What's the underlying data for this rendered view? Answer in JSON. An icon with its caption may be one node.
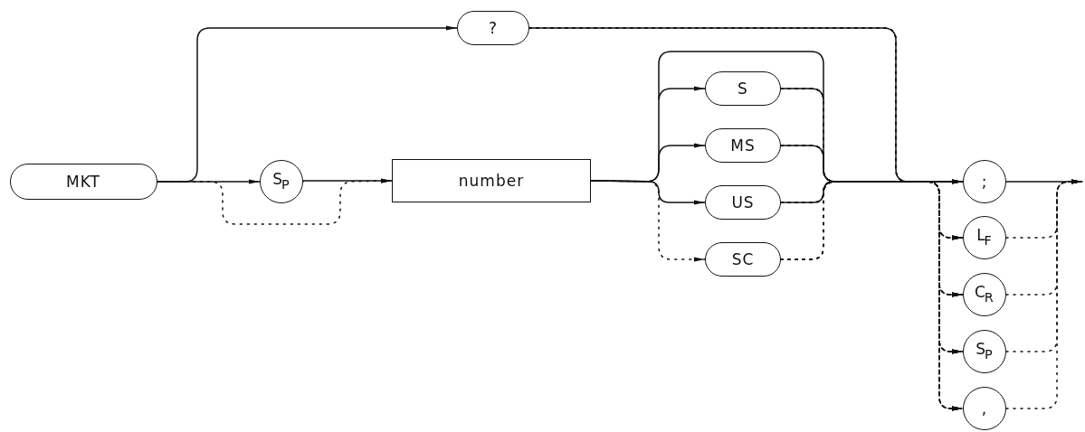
{
  "diagram": {
    "nodes": [
      {
        "text": [
          "MKT"
        ]
      },
      {
        "text": [
          "?"
        ]
      },
      {
        "text": [
          "S$_{P}$"
        ]
      },
      {
        "text": [
          "number"
        ]
      },
      {
        "text": [
          "S"
        ]
      },
      {
        "text": [
          "MS"
        ]
      },
      {
        "text": [
          "US"
        ]
      },
      {
        "text": [
          "SC"
        ]
      },
      {
        "text": [
          ";"
        ]
      },
      {
        "text": [
          "L$_{F}$"
        ]
      },
      {
        "text": [
          "C$_{R}$"
        ]
      },
      {
        "text": [
          "S$_{P}$"
        ]
      },
      {
        "text": [
          ","
        ]
      }
    ],
    "edges": [
      {
        "from": 0,
        "to": 1,
        "arrow": "to"
      },
      {
        "from": 0,
        "to": 2,
        "arrow": "to"
      },
      {
        "from": 0,
        "to": 3,
        "arrow": "to",
        "style": "dashed"
      },
      {
        "from": 2,
        "to": 3,
        "arrow": "to"
      },
      {
        "from": 3,
        "to": 4,
        "arrow": "to"
      },
      {
        "from": 3,
        "to": 5,
        "arrow": "to"
      },
      {
        "from": 3,
        "to": 6,
        "arrow": "to"
      },
      {
        "from": 3,
        "to": 7,
        "arrow": "to",
        "style": "dashed"
      },
      {
        "from": 4,
        "to": 8,
        "arrow": "to"
      },
      {
        "from": 4,
        "to": 9,
        "arrow": "to",
        "style": "dashed"
      },
      {
        "from": 4,
        "to": 10,
        "arrow": "to",
        "style": "dashed"
      },
      {
        "from": 4,
        "to": 11,
        "arrow": "to",
        "style": "dashed"
      },
      {
        "from": 4,
        "to": 12,
        "arrow": "to",
        "style": "dashed"
      },
      {
        "from": 5,
        "to": 8,
        "arrow": "to"
      },
      {
        "from": 5,
        "to": 9,
        "arrow": "to",
        "style": "dashed"
      },
      {
        "from": 5,
        "to": 10,
        "arrow": "to",
        "style": "dashed"
      },
      {
        "from": 5,
        "to": 11,
        "arrow": "to",
        "style": "dashed"
      },
      {
        "from": 5,
        "to": 12,
        "arrow": "to",
        "style": "dashed"
      },
      {
        "from": 6,
        "to": 8,
        "arrow": "to"
      },
      {
        "from": 6,
        "to": 9,
        "arrow": "to",
        "style": "dashed"
      },
      {
        "from": 6,
        "to": 10,
        "arrow": "to",
        "style": "dashed"
      },
      {
        "from": 6,
        "to": 11,
        "arrow": "to",
        "style": "dashed"
      },
      {
        "from": 6,
        "to": 12,
        "arrow": "to",
        "style": "dashed"
      },
      {
        "from": 7,
        "to": 8,
        "arrow": "to",
        "style": "dashed"
      },
      {
        "from": 7,
        "to": 9,
        "arrow": "to",
        "style": "dashed"
      },
      {
        "from": 7,
        "to": 10,
        "arrow": "to",
        "style": "dashed"
      },
      {
        "from": 7,
        "to": 11,
        "arrow": "to",
        "style": "dashed"
      },
      {
        "from": 7,
        "to": 12,
        "arrow": "to",
        "style": "dashed"
      },
      {
        "from": 1,
        "to": 8,
        "arrow": "to"
      },
      {
        "from": 1,
        "to": 9,
        "arrow": "to",
        "style": "dashed"
      },
      {
        "from": 1,
        "to": 10,
        "arrow": "to",
        "style": "dashed"
      },
      {
        "from": 1,
        "to": 11,
        "arrow": "to",
        "style": "dashed"
      },
      {
        "from": 1,
        "to": 12,
        "arrow": "to",
        "style": "dashed"
      },
      {
        "from": 8,
        "to": null,
        "arrow": "to"
      },
      {
        "from": 9,
        "to": null,
        "arrow": "to",
        "style": "dashed"
      },
      {
        "from": 10,
        "to": null,
        "arrow": "to",
        "style": "dashed"
      },
      {
        "from": 11,
        "to": null,
        "arrow": "to",
        "style": "dashed"
      },
      {
        "from": 12,
        "to": null,
        "arrow": "to",
        "style": "dashed"
      }
    ]
  }
}
